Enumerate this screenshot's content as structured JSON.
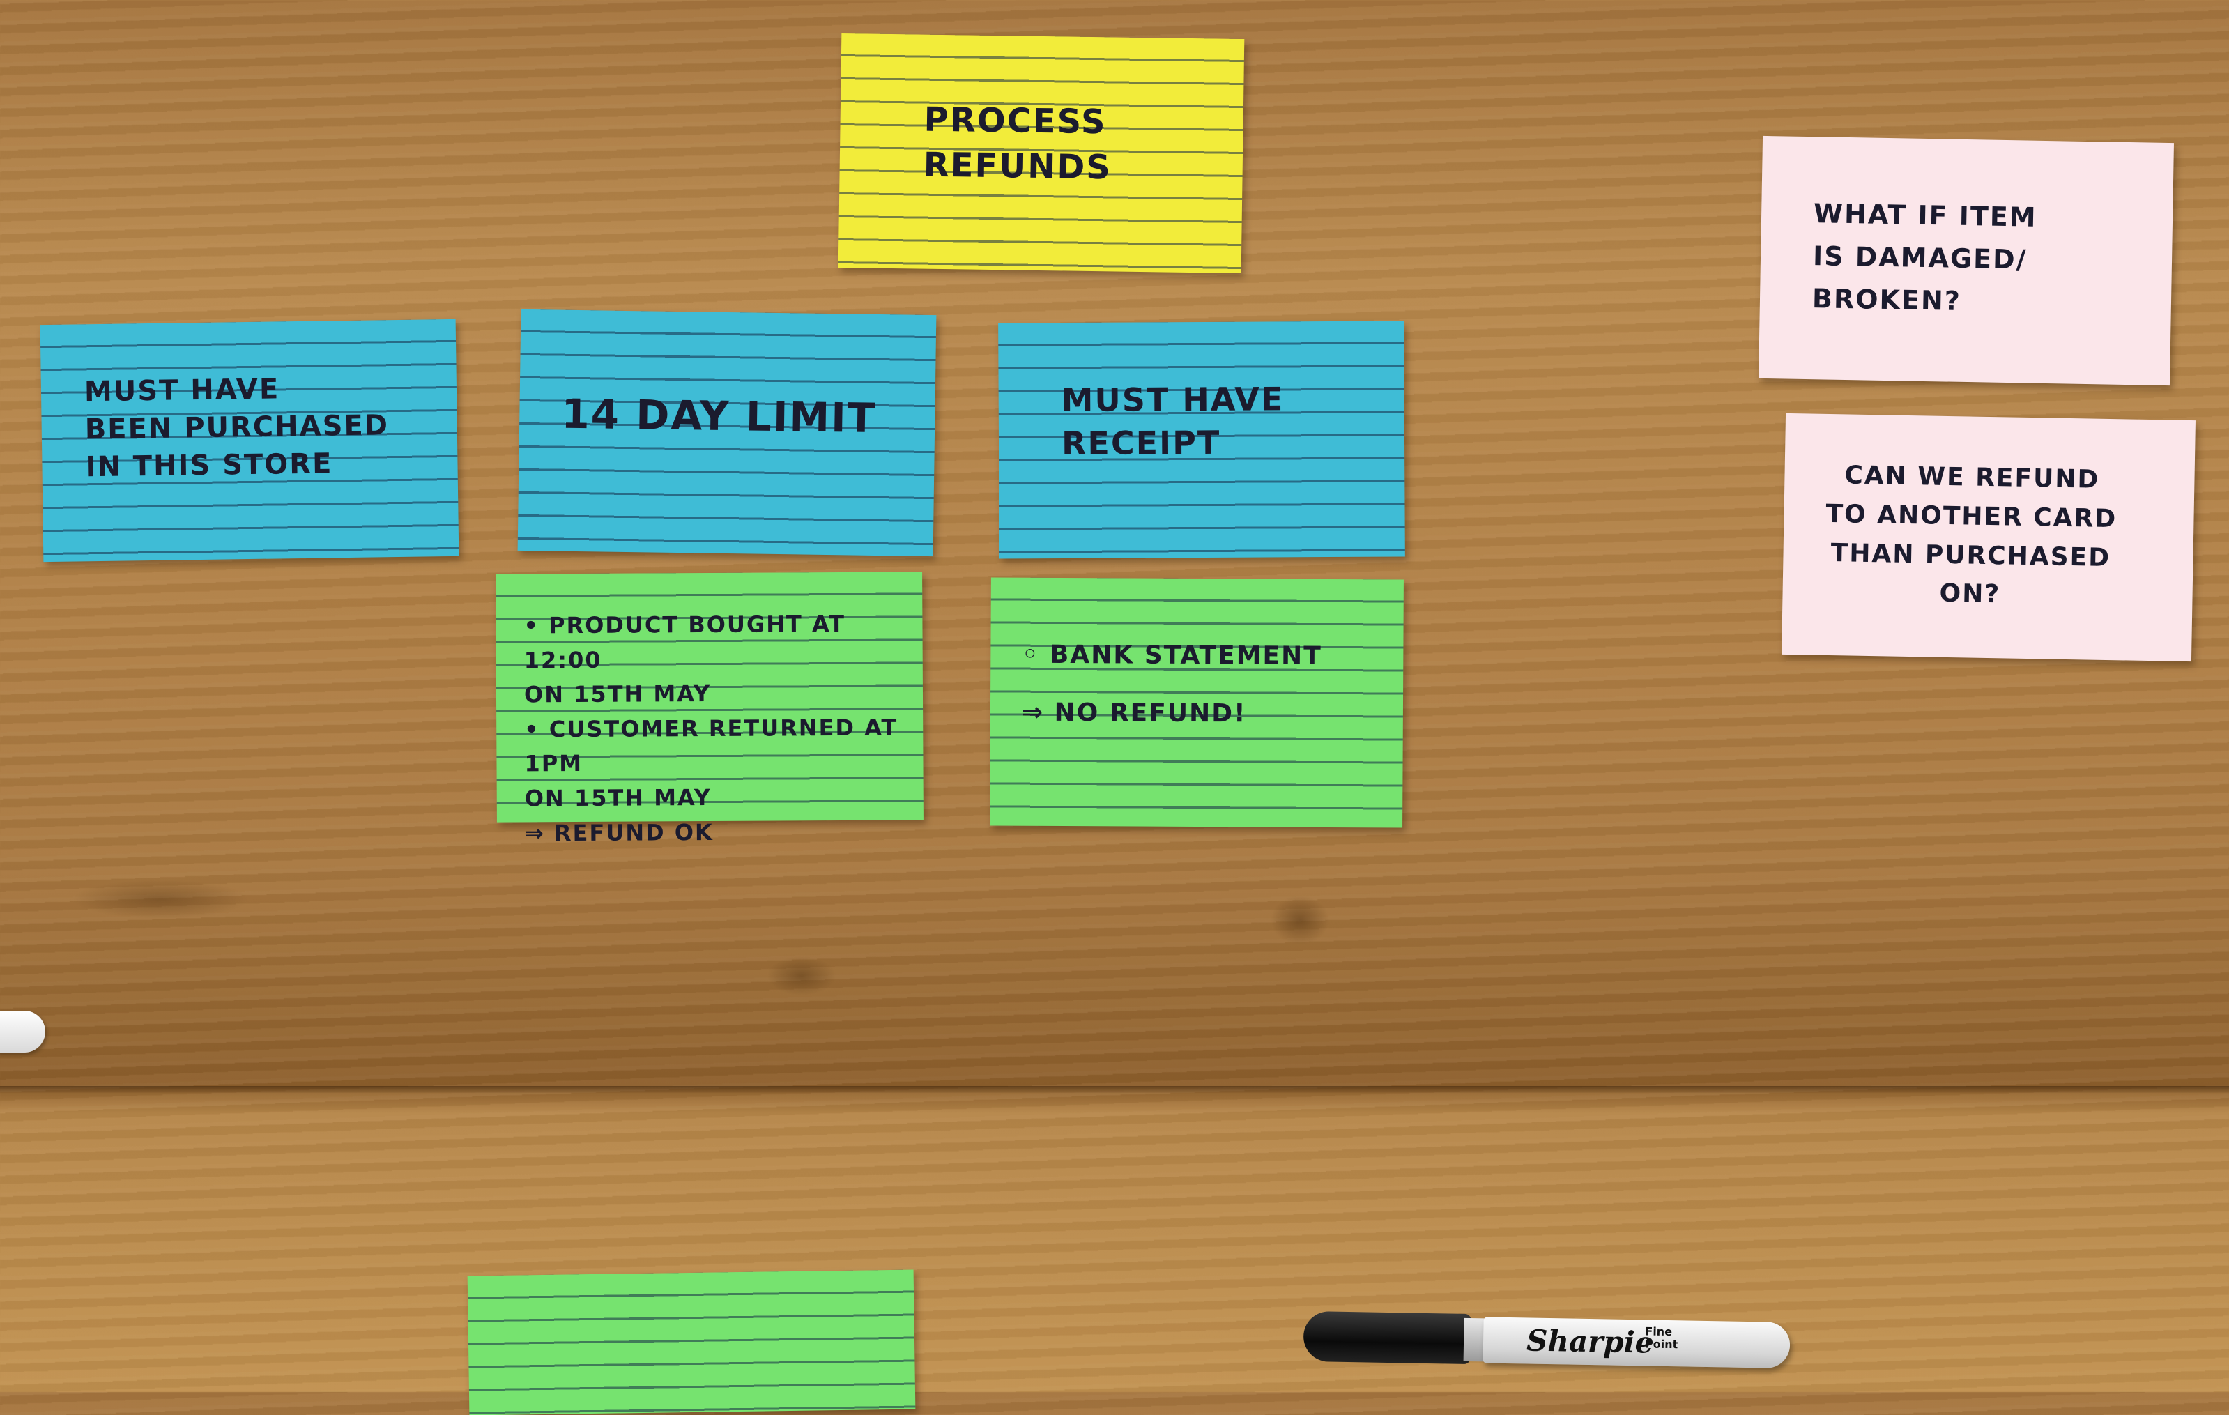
{
  "cards": {
    "title": {
      "text": "Process\nRefunds",
      "color": "#f2ec3a"
    },
    "rule_store": {
      "text": "Must have\nbeen purchased\nin this store",
      "color": "#3fbcd6"
    },
    "rule_limit": {
      "text": "14 day limit",
      "color": "#3fbcd6"
    },
    "rule_receipt": {
      "text": "Must have\nreceipt",
      "color": "#3fbcd6"
    },
    "example_limit": {
      "text": "• Product bought at 12:00\n  on 15th May\n• Customer returned at 1pm\n  on 15th May\n⇒ Refund OK",
      "color": "#76e36f"
    },
    "example_receipt": {
      "text": "◦ Bank statement\n⇒ No refund!",
      "color": "#76e36f"
    },
    "question_damaged": {
      "text": "What if item\nis damaged/\nbroken?",
      "color": "#fbe6ea"
    },
    "question_card": {
      "text": "Can we refund\nto another card\nthan purchased\non?",
      "color": "#fbe6ea"
    }
  },
  "marker": {
    "brand": "Sharpie",
    "label": "Fine\nPoint"
  }
}
